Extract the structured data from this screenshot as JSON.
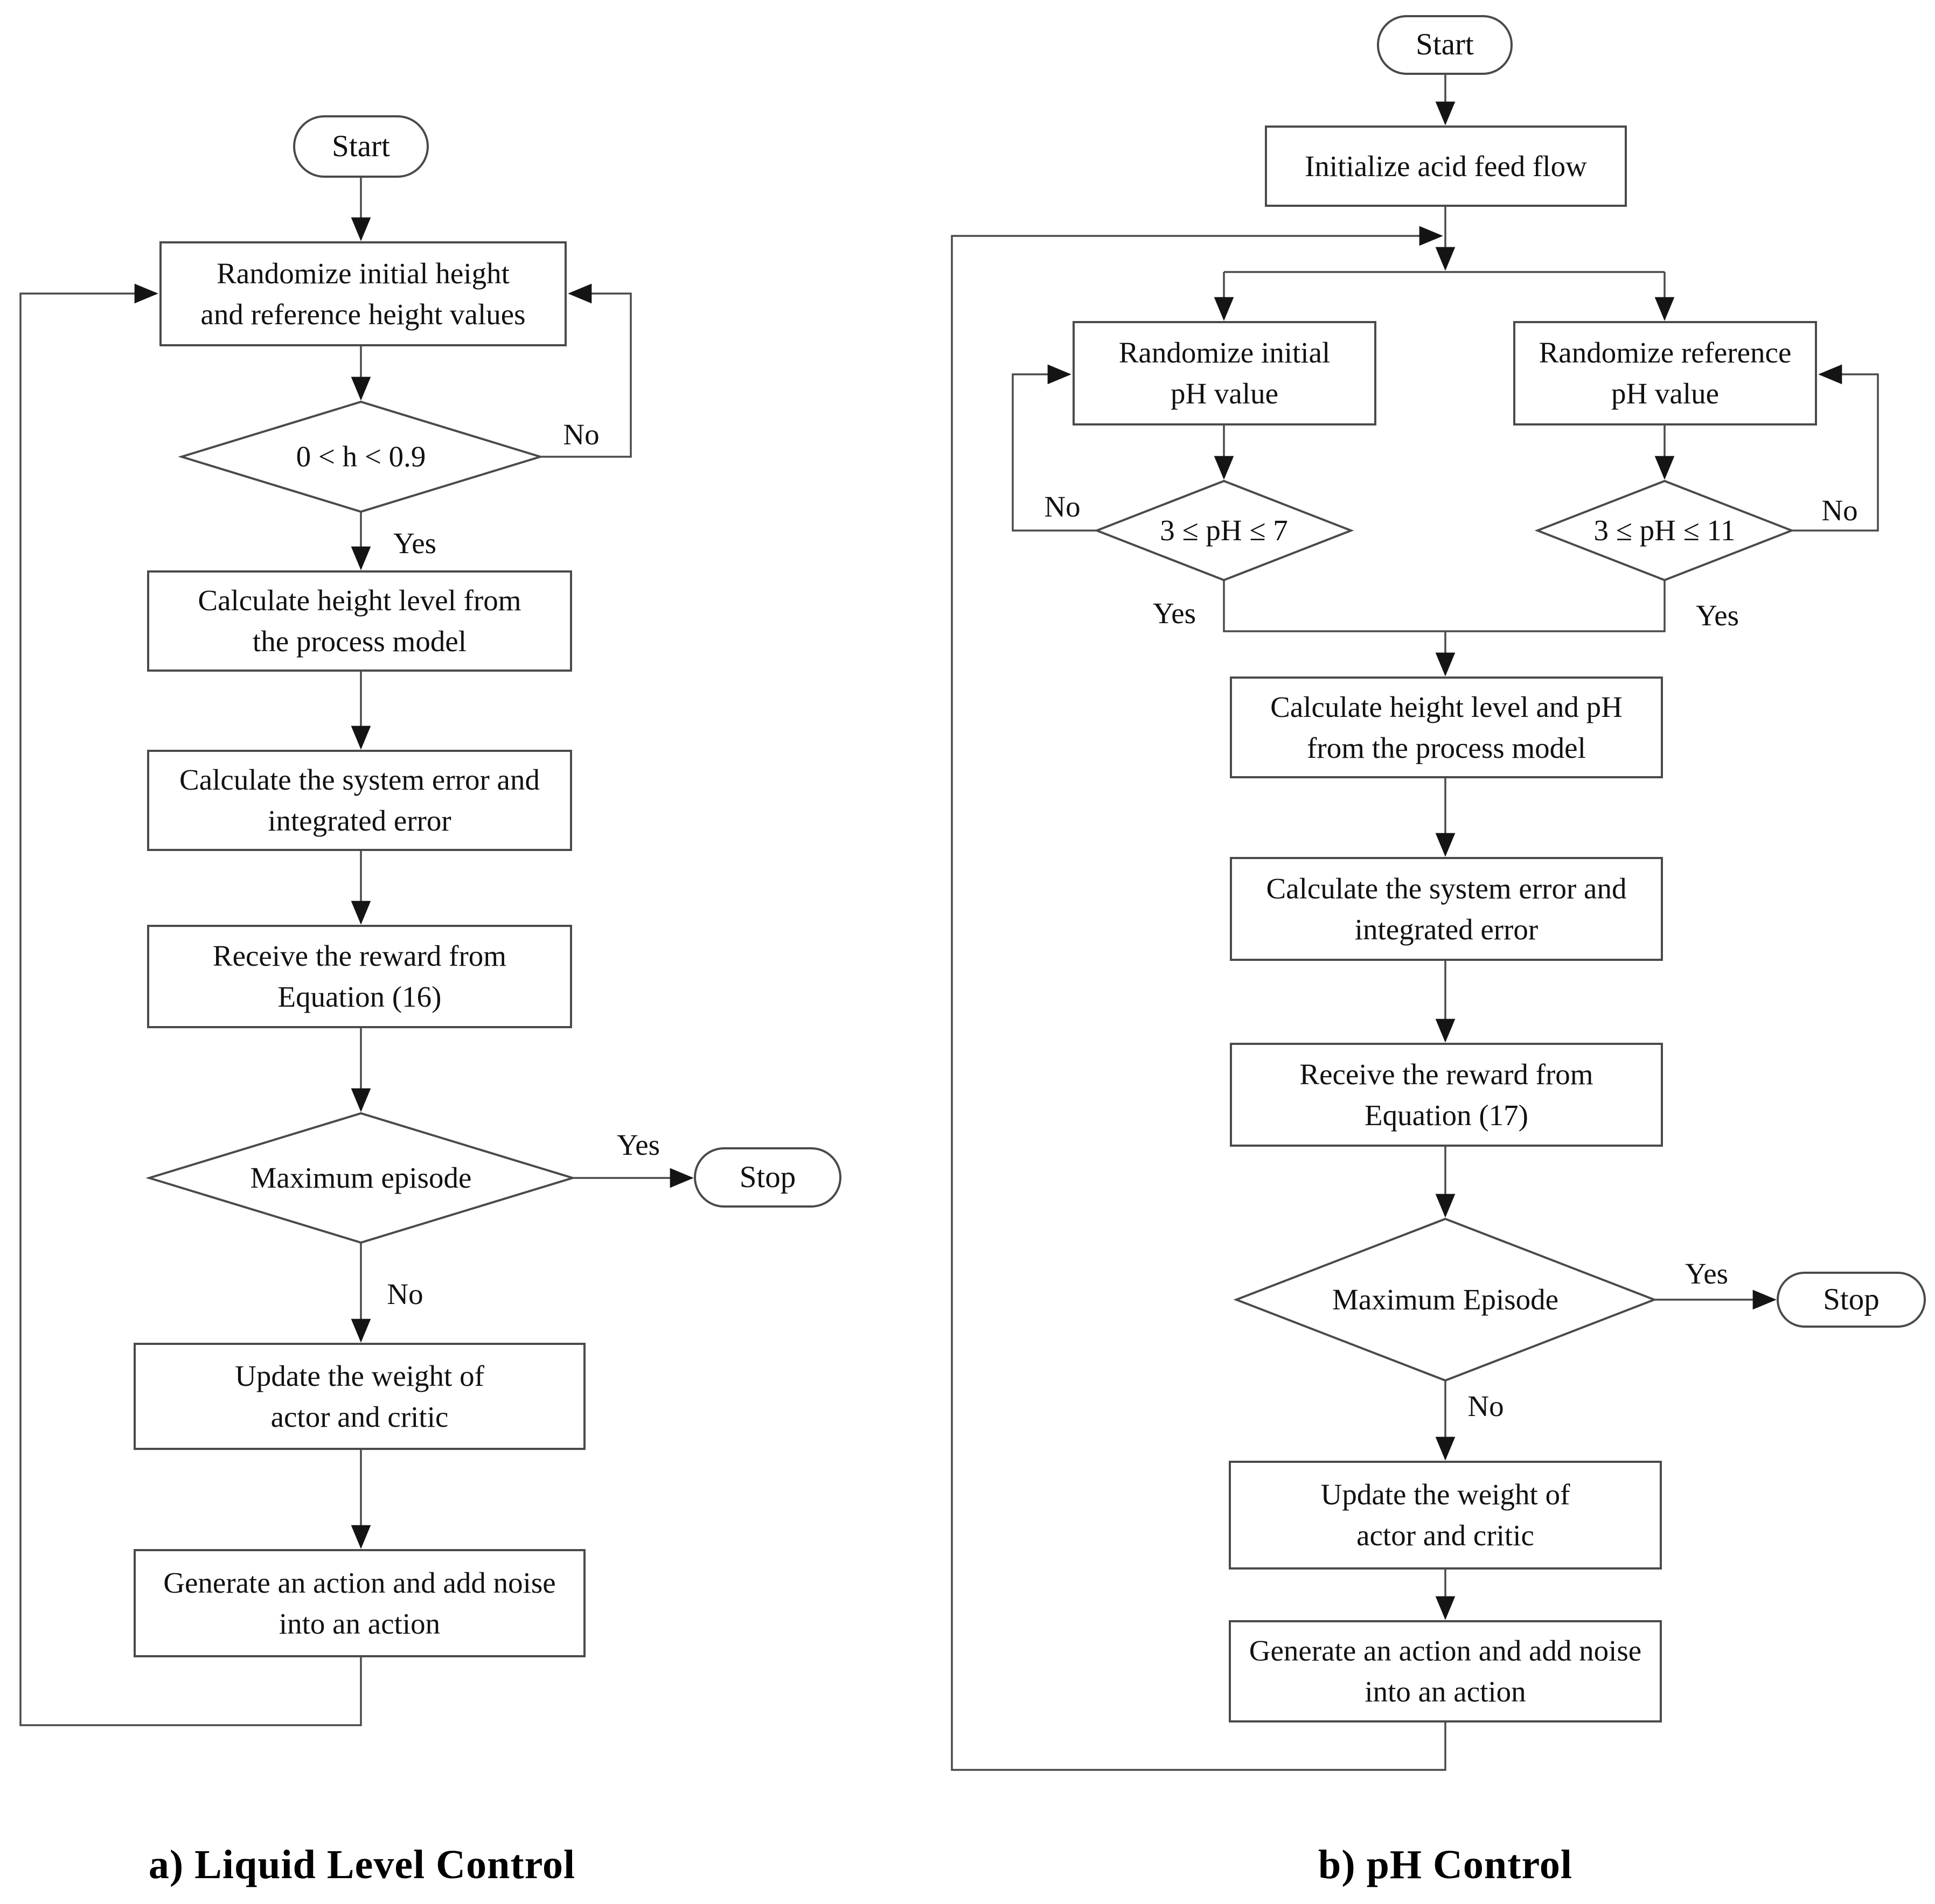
{
  "colors": {
    "background": "#ffffff",
    "line": "#4a4a4a",
    "text": "#111111",
    "arrowhead": "#141414"
  },
  "chart_a": {
    "caption": "a) Liquid Level Control",
    "nodes": {
      "start": "Start",
      "randomize": "Randomize initial height\nand reference height values",
      "condition_height": "0 < h < 0.9",
      "calc_height": "Calculate height level from\nthe process model",
      "calc_error": "Calculate the system error and\nintegrated error",
      "reward": "Receive the reward from\nEquation (16)",
      "condition_max": "Maximum episode",
      "update": "Update the weight of\nactor and critic",
      "generate": "Generate an action and add noise\ninto an action",
      "stop": "Stop"
    },
    "labels": {
      "no_height": "No",
      "yes_height": "Yes",
      "yes_max": "Yes",
      "no_max": "No"
    }
  },
  "chart_b": {
    "caption": "b) pH Control",
    "nodes": {
      "start": "Start",
      "init_flow": "Initialize acid feed flow",
      "randomize_initial": "Randomize initial\npH value",
      "randomize_reference": "Randomize reference\npH value",
      "condition_initial": "3 ≤ pH ≤ 7",
      "condition_reference": "3 ≤ pH ≤ 11",
      "calc_ph": "Calculate height level and pH\nfrom the process model",
      "calc_error": "Calculate the system error and\nintegrated error",
      "reward": "Receive the reward from\nEquation (17)",
      "condition_max": "Maximum Episode",
      "update": "Update the weight of\nactor and critic",
      "generate": "Generate an action and add noise\ninto an action",
      "stop": "Stop"
    },
    "labels": {
      "no_initial": "No",
      "no_reference": "No",
      "yes_initial": "Yes",
      "yes_reference": "Yes",
      "yes_max": "Yes",
      "no_max": "No"
    }
  }
}
